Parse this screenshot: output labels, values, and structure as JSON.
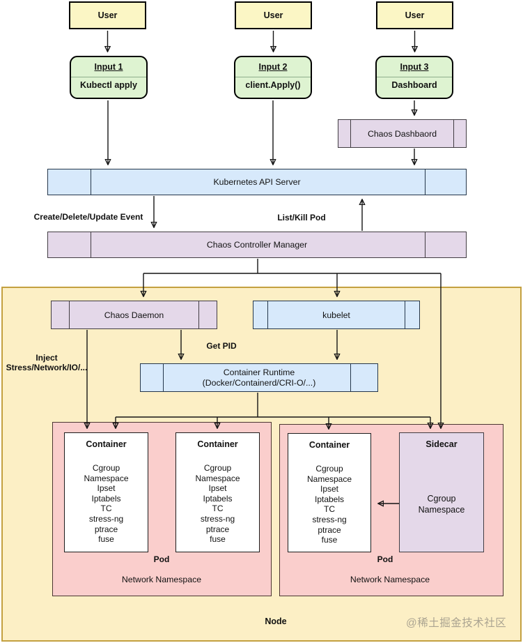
{
  "diagram": {
    "columns": [
      {
        "user_label": "User",
        "input_title": "Input 1",
        "input_method": "Kubectl apply"
      },
      {
        "user_label": "User",
        "input_title": "Input 2",
        "input_method": "client.Apply()"
      },
      {
        "user_label": "User",
        "input_title": "Input 3",
        "input_method": "Dashboard"
      }
    ],
    "bars": {
      "chaos_dashboard": "Chaos Dashbaord",
      "api_server": "Kubernetes API Server",
      "controller_manager": "Chaos Controller Manager",
      "chaos_daemon": "Chaos Daemon",
      "kubelet": "kubelet",
      "container_runtime_line1": "Container Runtime",
      "container_runtime_line2": "(Docker/Containerd/CRI-O/...)"
    },
    "edge_labels": {
      "create_delete_update": "Create/Delete/Update Event",
      "list_kill_pod": "List/Kill Pod",
      "get_pid": "Get PID",
      "inject_line1": "Inject",
      "inject_line2": "Stress/Network/IO/..."
    },
    "container": {
      "title": "Container",
      "items": [
        "Cgroup",
        "Namespace",
        "Ipset",
        "Iptabels",
        "TC",
        "stress-ng",
        "ptrace",
        "fuse"
      ]
    },
    "sidecar": {
      "title": "Sidecar",
      "items": [
        "Cgroup",
        "Namespace"
      ]
    },
    "pod_labels": {
      "pod": "Pod",
      "network_namespace": "Network Namespace"
    },
    "node_label": "Node",
    "watermark": "@稀土掘金技术社区"
  },
  "colors": {
    "user-fill": "#FBF6C5",
    "input-fill": "#DEF3D1",
    "blue-fill": "#D7E9FB",
    "blue-border": "#24364A",
    "purple-fill": "#E4D8E9",
    "purple-border": "#413C42",
    "pink-fill": "#FACECC",
    "pink-border": "#4A3531",
    "node-fill": "#FCEFC5",
    "node-border": "#C3A040",
    "box-border": "#1C1C1C",
    "wire": "#141414",
    "watermark-color": "#ABA491"
  }
}
